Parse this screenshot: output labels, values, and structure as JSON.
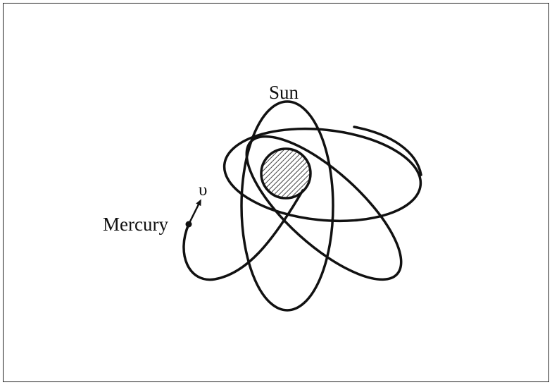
{
  "diagram": {
    "labels": {
      "sun": "Sun",
      "planet": "Mercury",
      "velocity": "υ"
    },
    "colors": {
      "stroke": "#111111",
      "background": "#ffffff"
    }
  }
}
